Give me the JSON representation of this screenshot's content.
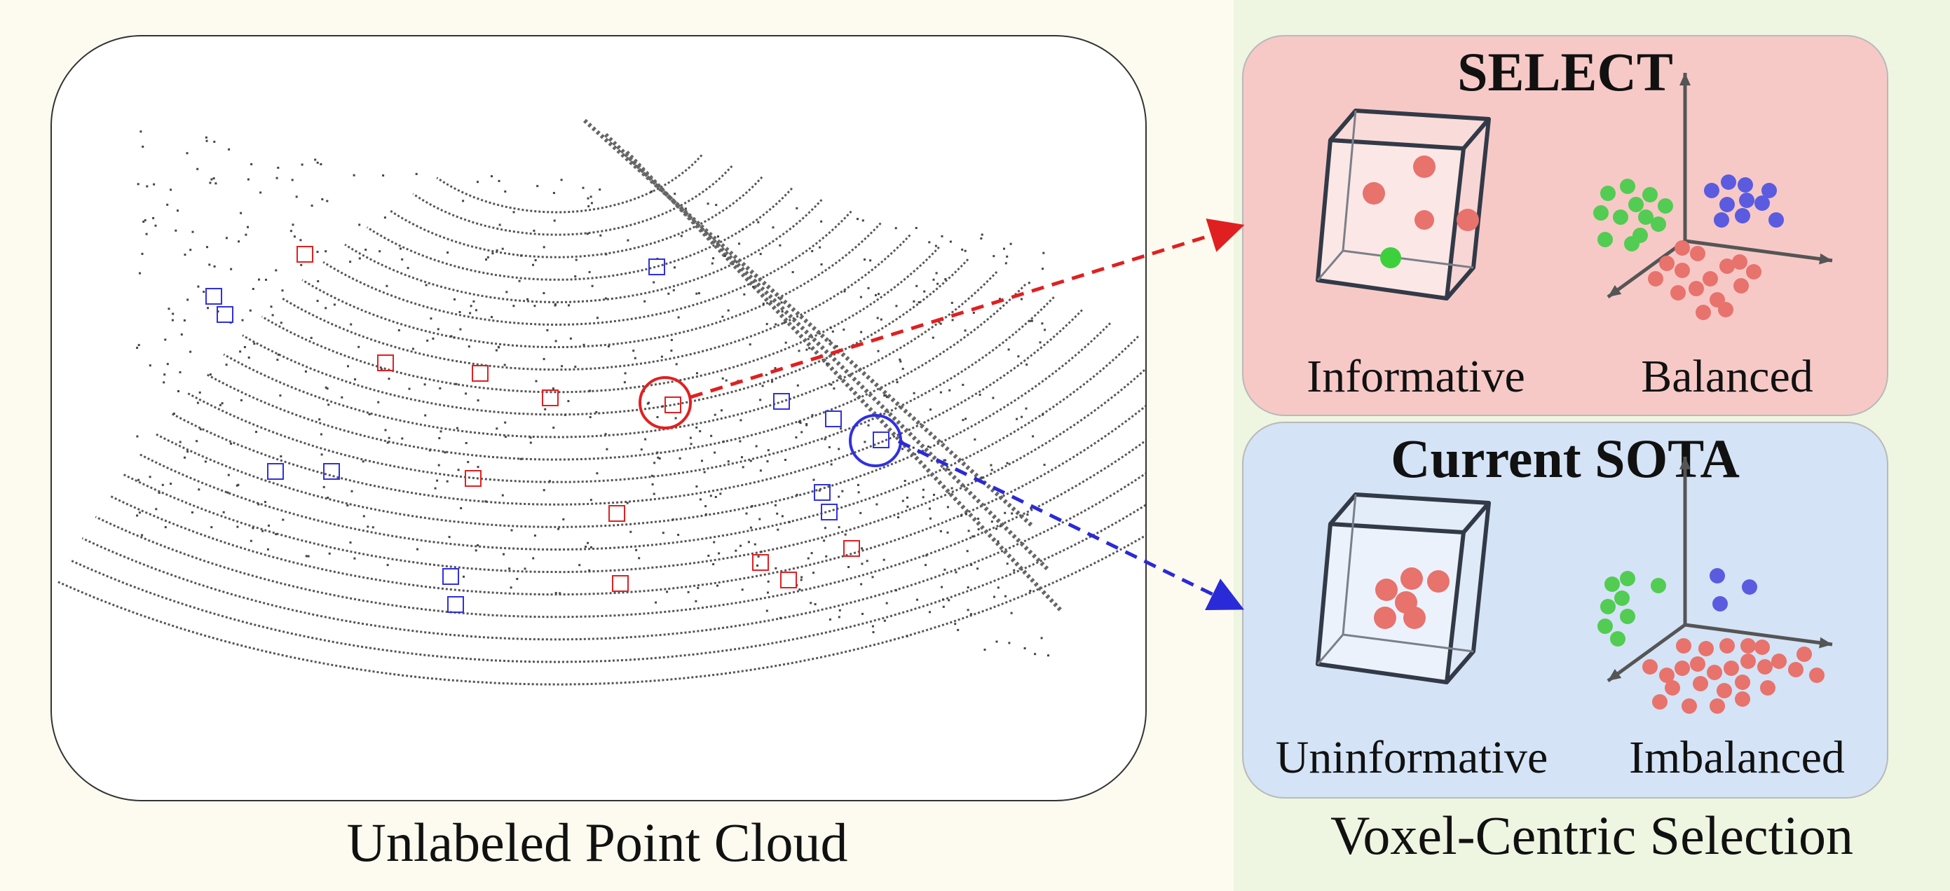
{
  "left": {
    "caption": "Unlabeled Point Cloud"
  },
  "right": {
    "caption": "Voxel-Centric Selection",
    "select": {
      "title": "SELECT",
      "left_label": "Informative",
      "right_label": "Balanced"
    },
    "sota": {
      "title": "Current SOTA",
      "left_label": "Uninformative",
      "right_label": "Imbalanced"
    }
  },
  "colors": {
    "left_background": "#fdfbef",
    "right_background": "#eef5e1",
    "select_panel": "#f6c9c7",
    "sota_panel": "#d4e3f6",
    "red_highlight": "#e02020",
    "blue_highlight": "#3030e0",
    "points": "#444444"
  }
}
